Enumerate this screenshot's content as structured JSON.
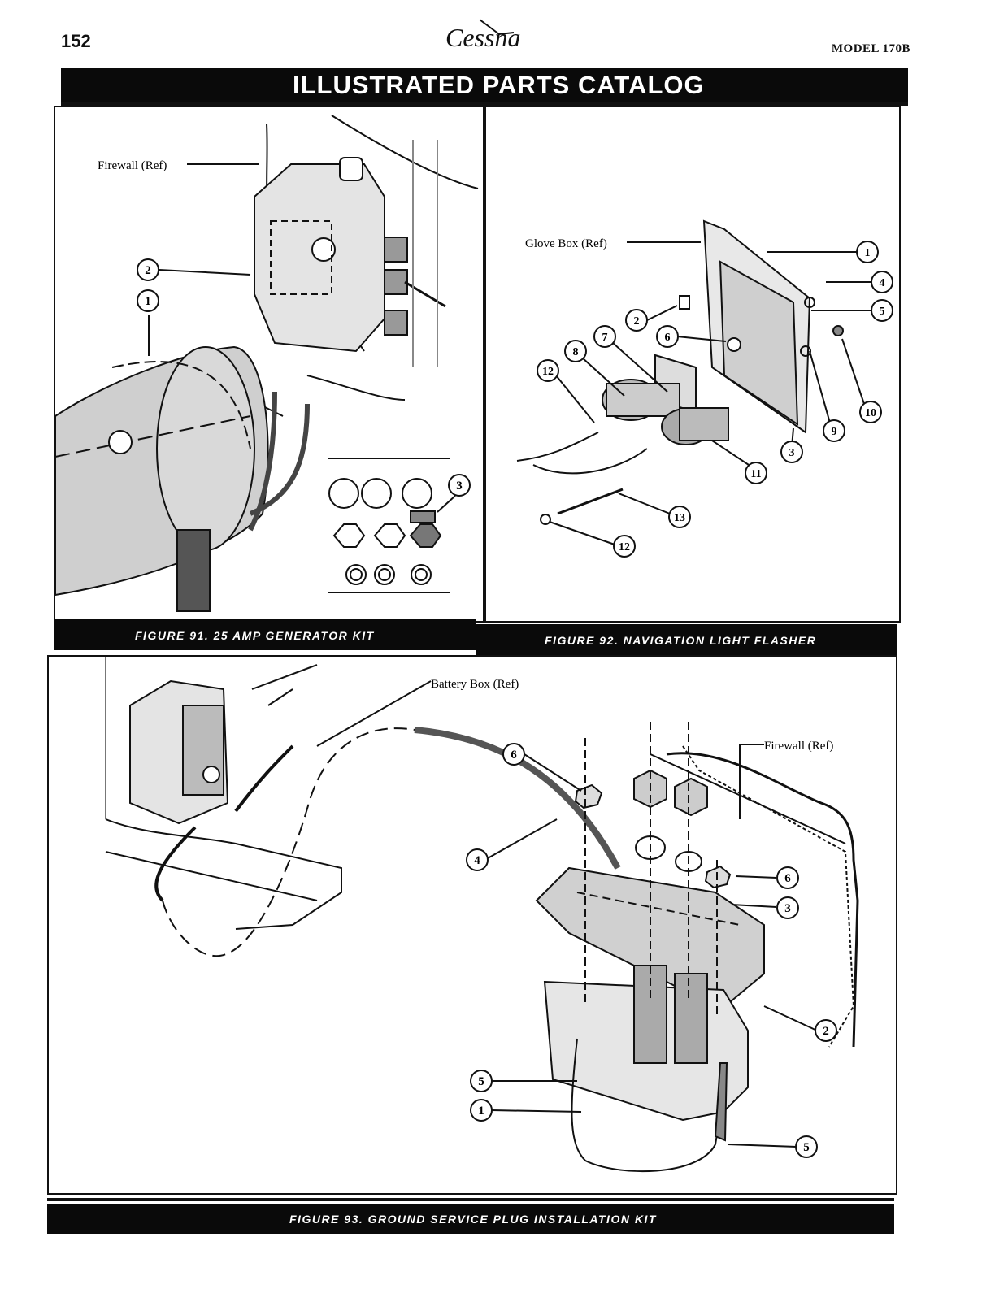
{
  "header": {
    "page_number": "152",
    "brand": "Cessna",
    "model": "MODEL 170B",
    "banner_title": "ILLUSTRATED PARTS CATALOG"
  },
  "figure91": {
    "caption": "FIGURE 91.  25 AMP GENERATOR KIT",
    "ref_labels": {
      "firewall": "Firewall (Ref)"
    },
    "callouts": [
      "2",
      "1",
      "3"
    ]
  },
  "figure92": {
    "caption": "FIGURE 92.  NAVIGATION LIGHT FLASHER",
    "ref_labels": {
      "glove_box": "Glove Box (Ref)"
    },
    "callouts": [
      "1",
      "4",
      "5",
      "2",
      "6",
      "7",
      "8",
      "12",
      "10",
      "9",
      "3",
      "11",
      "13",
      "12"
    ]
  },
  "figure93": {
    "caption": "FIGURE 93.  GROUND SERVICE PLUG INSTALLATION KIT",
    "ref_labels": {
      "battery_box": "Battery Box (Ref)",
      "firewall": "Firewall (Ref)"
    },
    "callouts": [
      "6",
      "4",
      "6",
      "3",
      "2",
      "5",
      "1",
      "5"
    ]
  }
}
